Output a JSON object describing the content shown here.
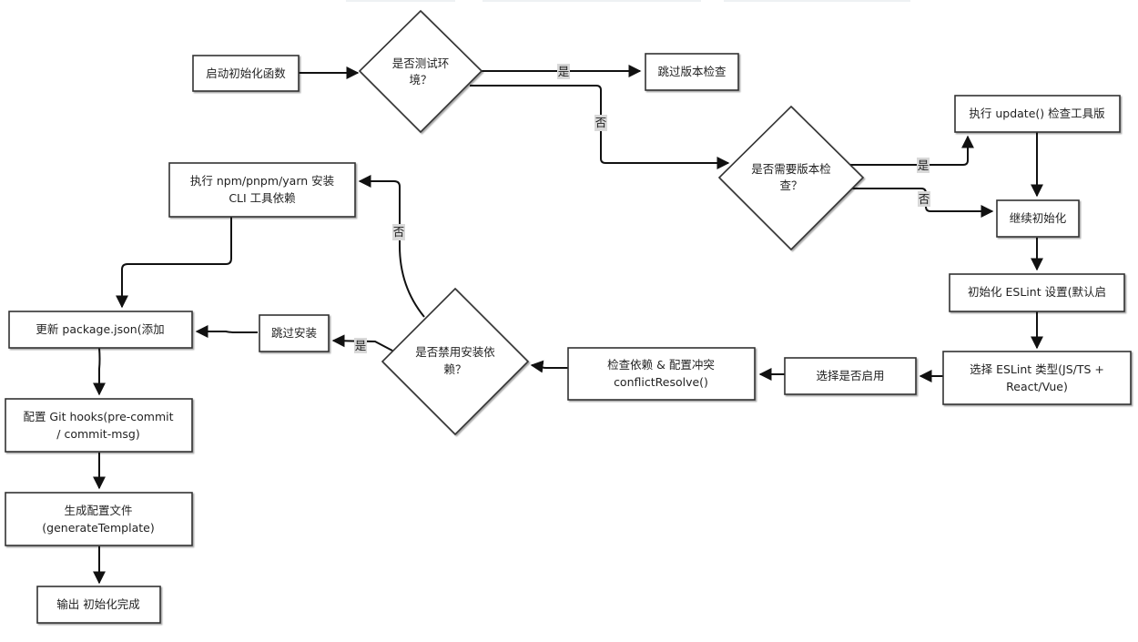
{
  "nodes": {
    "start": "启动初始化函数",
    "is_test": [
      "是否测试环",
      "境？"
    ],
    "skip_version": "跳过版本检查",
    "need_version": [
      "是否需要版本检",
      "查？"
    ],
    "run_update": "执行 update() 检查工具版",
    "continue_init": "继续初始化",
    "init_eslint": "初始化 ESLint 设置(默认启",
    "select_eslint": [
      "选择 ESLint 类型(JS/TS +",
      "React/Vue)"
    ],
    "select_enable": "选择是否启用",
    "check_deps": [
      "检查依赖 & 配置冲突",
      "conflictResolve()"
    ],
    "disable_install": [
      "是否禁用安装依",
      "赖？"
    ],
    "skip_install": "跳过安装",
    "run_install": [
      "执行 npm/pnpm/yarn 安装",
      "CLI 工具依赖"
    ],
    "update_pkg": "更新 package.json(添加",
    "git_hooks": [
      "配置 Git hooks(pre-commit",
      "/ commit-msg)"
    ],
    "gen_config": [
      "生成配置文件",
      "(generateTemplate)"
    ],
    "output_done": "输出 初始化完成"
  },
  "edge_labels": {
    "yes": "是",
    "no": "否"
  }
}
